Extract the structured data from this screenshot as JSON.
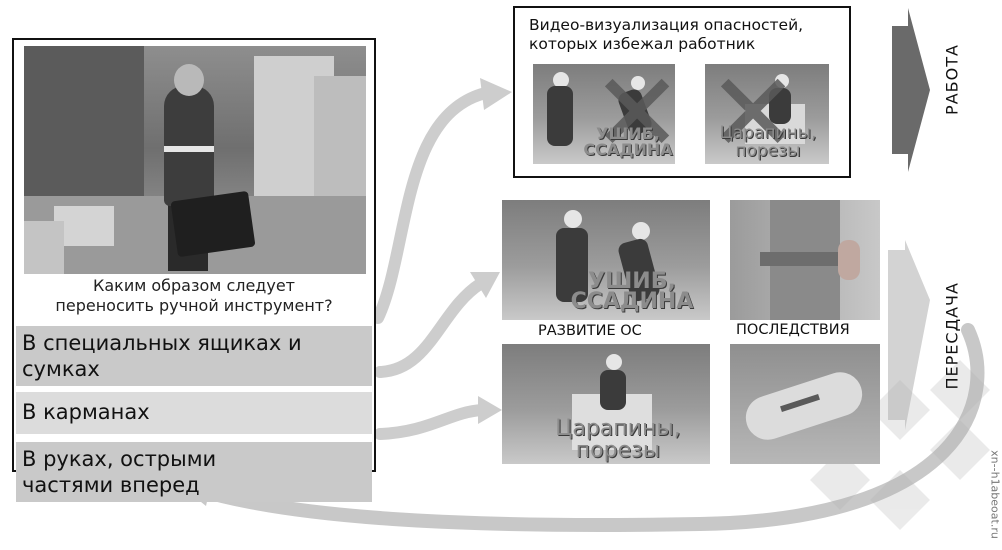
{
  "quiz": {
    "question": "Каким образом следует переносить ручной инструмент?",
    "question_line1": "Каким образом следует",
    "question_line2": "переносить ручной инструмент?",
    "answers": [
      {
        "line1": "В специальных ящиках и",
        "line2": "сумках"
      },
      {
        "line1": "В карманах",
        "line2": ""
      },
      {
        "line1": "В руках, острыми",
        "line2": "частями вперед"
      }
    ]
  },
  "video": {
    "title_line1": "Видео-визуализация опасностей,",
    "title_line2": "которых избежал работник",
    "scene1_label_line1": "УШИБ,",
    "scene1_label_line2": "ССАДИНА",
    "scene2_label_line1": "Царапины,",
    "scene2_label_line2": "порезы"
  },
  "development": {
    "caption": "РАЗВИТИЕ ОС",
    "scene_top_label_line1": "УШИБ,",
    "scene_top_label_line2": "ССАДИНА",
    "scene_bottom_label_line1": "Царапины,",
    "scene_bottom_label_line2": "порезы"
  },
  "consequences": {
    "caption": "ПОСЛЕДСТВИЯ"
  },
  "side": {
    "work_label": "РАБОТА",
    "retake_label": "ПЕРЕСДАЧА"
  },
  "watermark": "xn--h1abeoat.ru",
  "colors": {
    "panel_border": "#111111",
    "answer_bg_dark": "#c9c9c9",
    "answer_bg_light": "#dcdcdc",
    "arrow": "#c8c8c8",
    "tri_arrow": "#6a6a6a"
  }
}
